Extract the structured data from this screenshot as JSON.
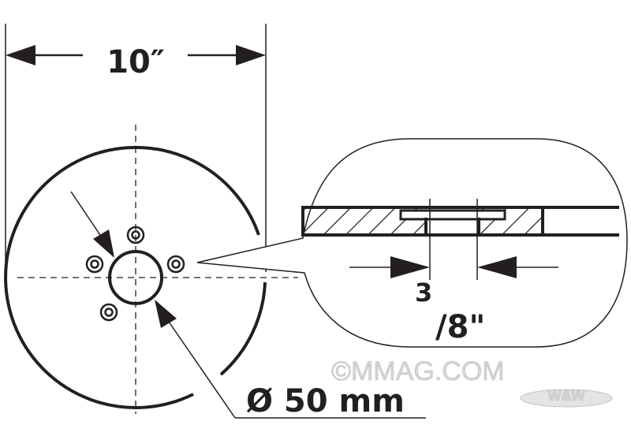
{
  "diagram": {
    "diameter_label": "10″",
    "arbor_label_numerator": "3",
    "arbor_label_denominator": "/8\"",
    "hub_label": "Ø 50 mm",
    "watermark": "©MMAG.COM",
    "logo_text": "W&W",
    "colors": {
      "line": "#231f20",
      "watermark": "#d6d6d6"
    }
  }
}
